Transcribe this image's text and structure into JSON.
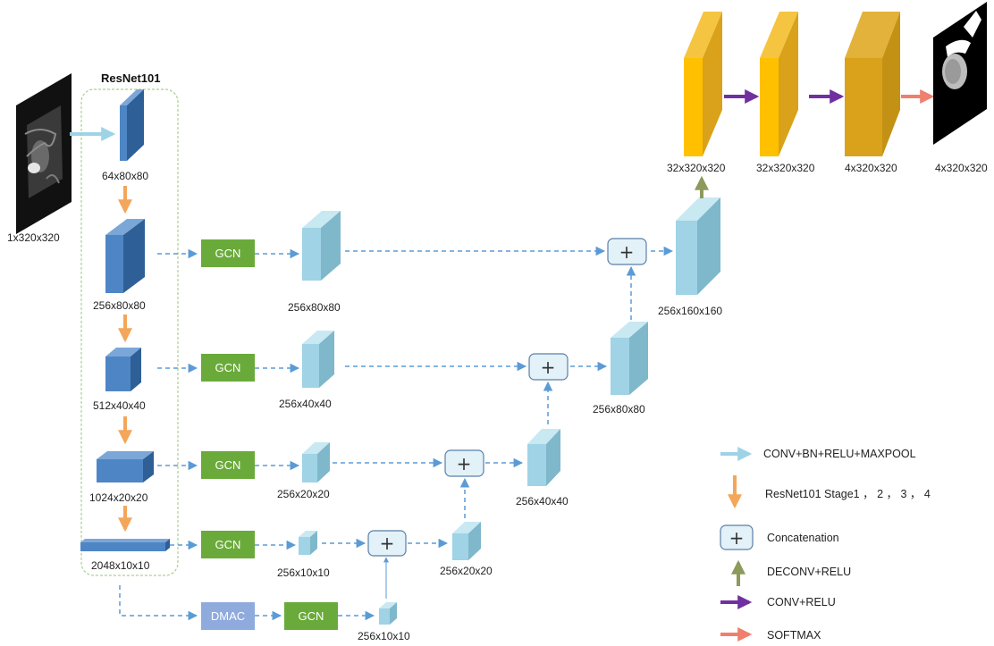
{
  "backbone": {
    "title": "ResNet101"
  },
  "input": {
    "size": "1x320x320"
  },
  "encoder": {
    "stages": [
      "64x80x80",
      "256x80x80",
      "512x40x40",
      "1024x20x20",
      "2048x10x10"
    ]
  },
  "modules": {
    "gcn": "GCN",
    "dmac": "DMAC"
  },
  "gcn_outputs": [
    "256x80x80",
    "256x40x40",
    "256x20x20",
    "256x10x10",
    "256x10x10"
  ],
  "merged": [
    "256x20x20",
    "256x40x40",
    "256x80x80",
    "256x160x160"
  ],
  "head": [
    "32x320x320",
    "32x320x320",
    "4x320x320",
    "4x320x320"
  ],
  "plus_symbol": "+",
  "legend": [
    {
      "label": "CONV+BN+RELU+MAXPOOL",
      "color": "#9ed3e6",
      "dir": "right"
    },
    {
      "label": "ResNet101 Stage1 ， 2 ， 3 ， 4",
      "color": "#f4a65a",
      "dir": "down"
    },
    {
      "label": "Concatenation",
      "color": "#e3f1f8",
      "dir": "plus"
    },
    {
      "label": "DECONV+RELU",
      "color": "#8c9a5b",
      "dir": "up"
    },
    {
      "label": "CONV+RELU",
      "color": "#7030a0",
      "dir": "right"
    },
    {
      "label": "SOFTMAX",
      "color": "#f07f6d",
      "dir": "right"
    }
  ],
  "colors": {
    "encoder_block": "#4e86c5",
    "decoder_block": "#9fd3e5",
    "gcn_box": "#6aaa3a",
    "dmac_box": "#8faadc",
    "head_block": "#d9a21a",
    "dashed_arrow": "#5b9bd5"
  }
}
